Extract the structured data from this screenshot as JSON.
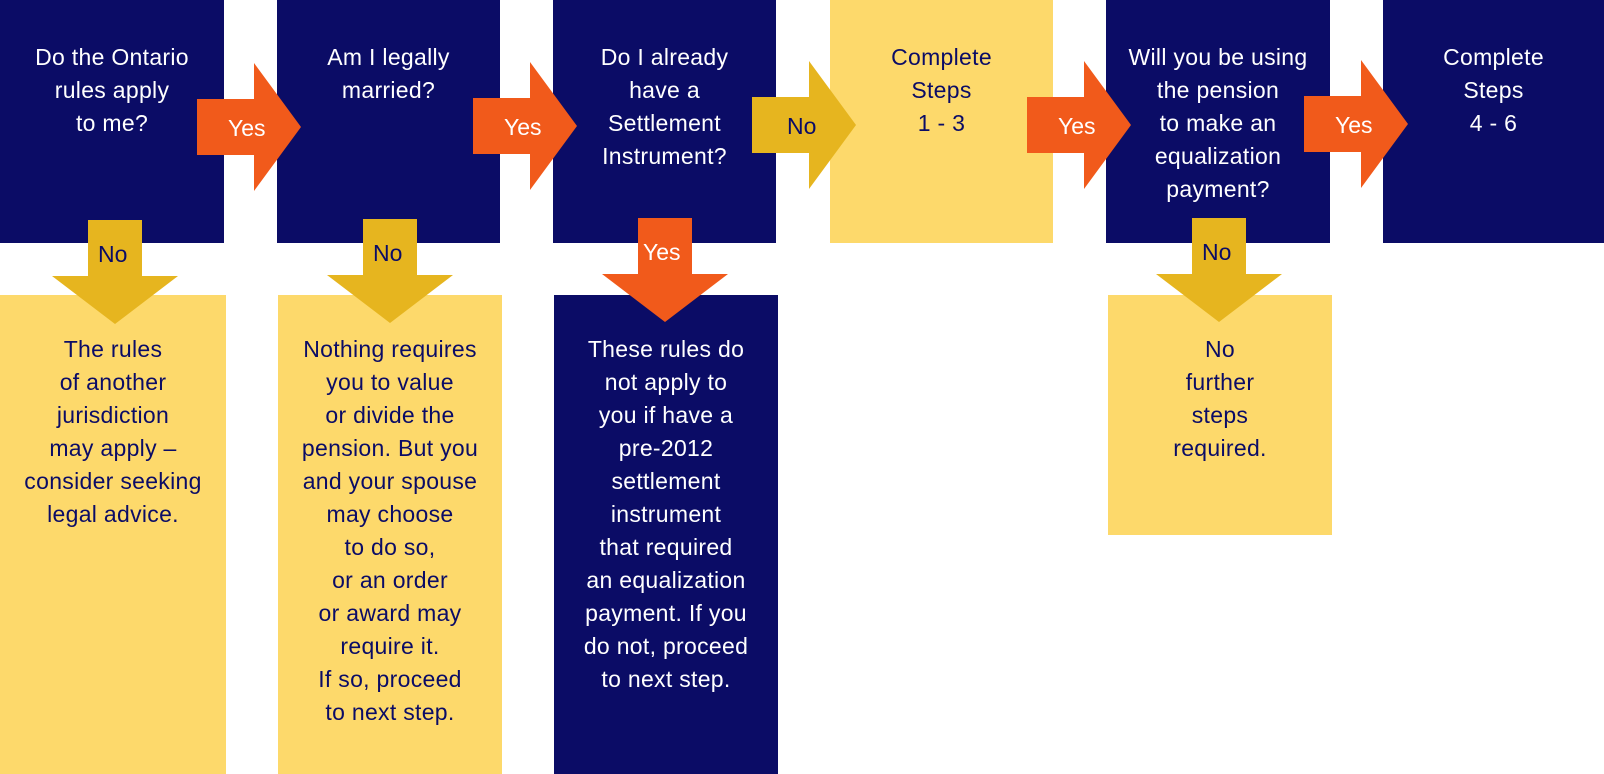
{
  "colors": {
    "navy": "#0b0c66",
    "yellow": "#fdd96b",
    "orange": "#f15a1b",
    "gold": "#e6b51f",
    "white": "#ffffff"
  },
  "nodes": {
    "q1": "Do the Ontario\nrules apply\nto me?",
    "q2": "Am I legally\nmarried?",
    "q3": "Do I already\nhave a\nSettlement\nInstrument?",
    "s13": "Complete\nSteps\n1 - 3",
    "q4": "Will you be using\nthe pension\nto make an\nequalization\npayment?",
    "s46": "Complete\nSteps\n4 - 6",
    "o1": "The rules\nof another\njurisdiction\nmay apply –\nconsider seeking\nlegal advice.",
    "o2": "Nothing requires\nyou to value\nor divide the\npension. But you\nand your spouse\nmay choose\nto do so,\nor an order\nor award may\nrequire it.\nIf so, proceed\nto next step.",
    "o3": "These rules do\nnot apply to\nyou if have a\npre-2012\nsettlement\ninstrument\nthat required\nan equalization\npayment. If you\ndo not, proceed\nto next step.",
    "o4": "No\nfurther\nsteps\nrequired."
  },
  "arrows": {
    "r1": "Yes",
    "r2": "Yes",
    "r3": "No",
    "r4": "Yes",
    "r5": "Yes",
    "d1": "No",
    "d2": "No",
    "d3": "Yes",
    "d4": "No"
  }
}
